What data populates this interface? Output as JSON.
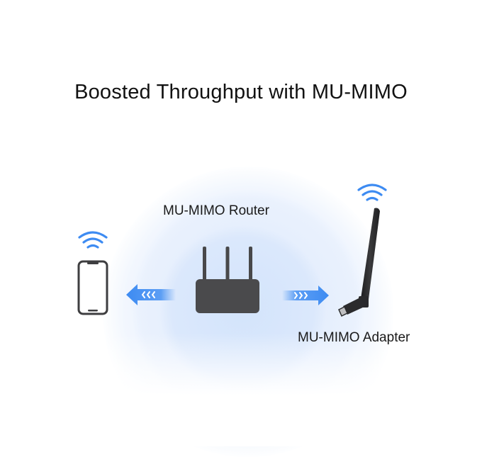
{
  "title": "Boosted Throughput with MU-MIMO",
  "labels": {
    "router": "MU-MIMO Router",
    "adapter": "MU-MIMO Adapter"
  },
  "icons": {
    "phone": "smartphone-icon",
    "router": "router-icon",
    "adapter": "usb-wifi-adapter-icon",
    "wifi": "wifi-signal-icon",
    "arrow_left": "arrow-left-icon",
    "arrow_right": "arrow-right-icon"
  },
  "colors": {
    "accent_blue": "#3d8bf2",
    "halo_blue": "#dbe8fc",
    "device_dark": "#4a4a4c",
    "text": "#111111"
  }
}
